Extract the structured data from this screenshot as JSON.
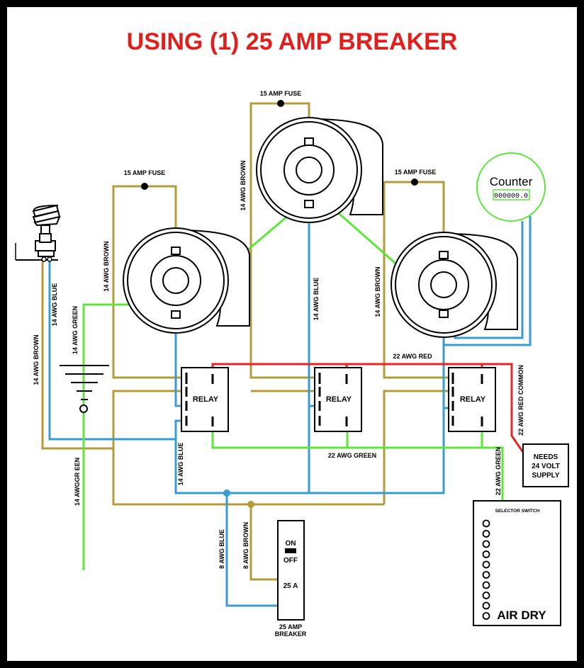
{
  "title": "USING (1) 25 AMP BREAKER",
  "fuse_labels": [
    "15 AMP FUSE",
    "15 AMP FUSE",
    "15 AMP FUSE"
  ],
  "relay_labels": [
    "RELAY",
    "RELAY",
    "RELAY"
  ],
  "counter": {
    "label": "Counter",
    "value": "000000.0"
  },
  "wire_labels": {
    "brown_left_motor": "14 AWG BROWN",
    "brown_center_motor": "14 AWG BROWN",
    "brown_right_motor": "14 AWG BROWN",
    "brown_dryer": "14 AWG BROWN",
    "blue_dryer": "14 AWG BLUE",
    "green_dryer": "14 AWG GREEN",
    "blue_center": "14 AWG BLUE",
    "blue_relay": "14 AWG BLUE",
    "green_ground": "14 AWGGR EEN",
    "red_22": "22 AWG RED",
    "red_common": "22 AWG RED COMMON",
    "green_22": "22 AWG GREEN",
    "green_22_vertical": "22 AWG GREEN",
    "blue_8": "8 AWG BLUE",
    "brown_8": "8 AWG BROWN"
  },
  "supply": [
    "NEEDS",
    "24 VOLT",
    "SUPPLY"
  ],
  "breaker": {
    "on": "ON",
    "off": "OFF",
    "rating": "25 A",
    "caption_line1": "25 AMP",
    "caption_line2": "BREAKER"
  },
  "selector": {
    "title": "SELECTOR SWITCH",
    "bottom_label": "AIR DRY"
  },
  "colors": {
    "brown": "#b39b3a",
    "blue": "#3a9bd0",
    "green": "#5de63a",
    "red": "#e52424",
    "title": "#e0201c"
  }
}
